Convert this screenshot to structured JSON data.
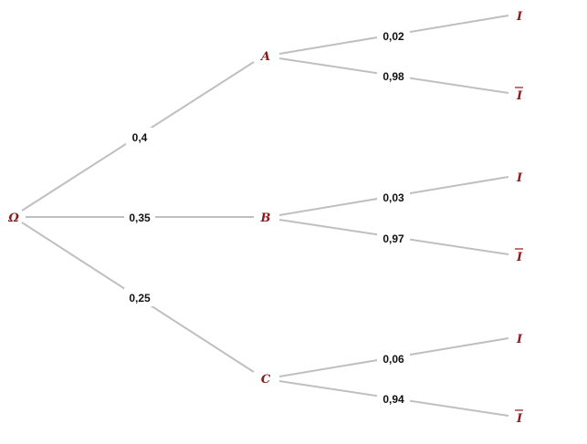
{
  "tree": {
    "root": "Ω",
    "level1": [
      {
        "label": "A",
        "prob": "0,4"
      },
      {
        "label": "B",
        "prob": "0,35"
      },
      {
        "label": "C",
        "prob": "0,25"
      }
    ],
    "level2": [
      {
        "parent": "A",
        "label": "I",
        "complement": false,
        "prob": "0,02"
      },
      {
        "parent": "A",
        "label": "I",
        "complement": true,
        "prob": "0,98"
      },
      {
        "parent": "B",
        "label": "I",
        "complement": false,
        "prob": "0,03"
      },
      {
        "parent": "B",
        "label": "I",
        "complement": true,
        "prob": "0,97"
      },
      {
        "parent": "C",
        "label": "I",
        "complement": false,
        "prob": "0,06"
      },
      {
        "parent": "C",
        "label": "I",
        "complement": true,
        "prob": "0,94"
      }
    ]
  },
  "colors": {
    "edge": "#bfbfbf",
    "node_text": "#8b1a1a",
    "prob_text": "#111111"
  }
}
